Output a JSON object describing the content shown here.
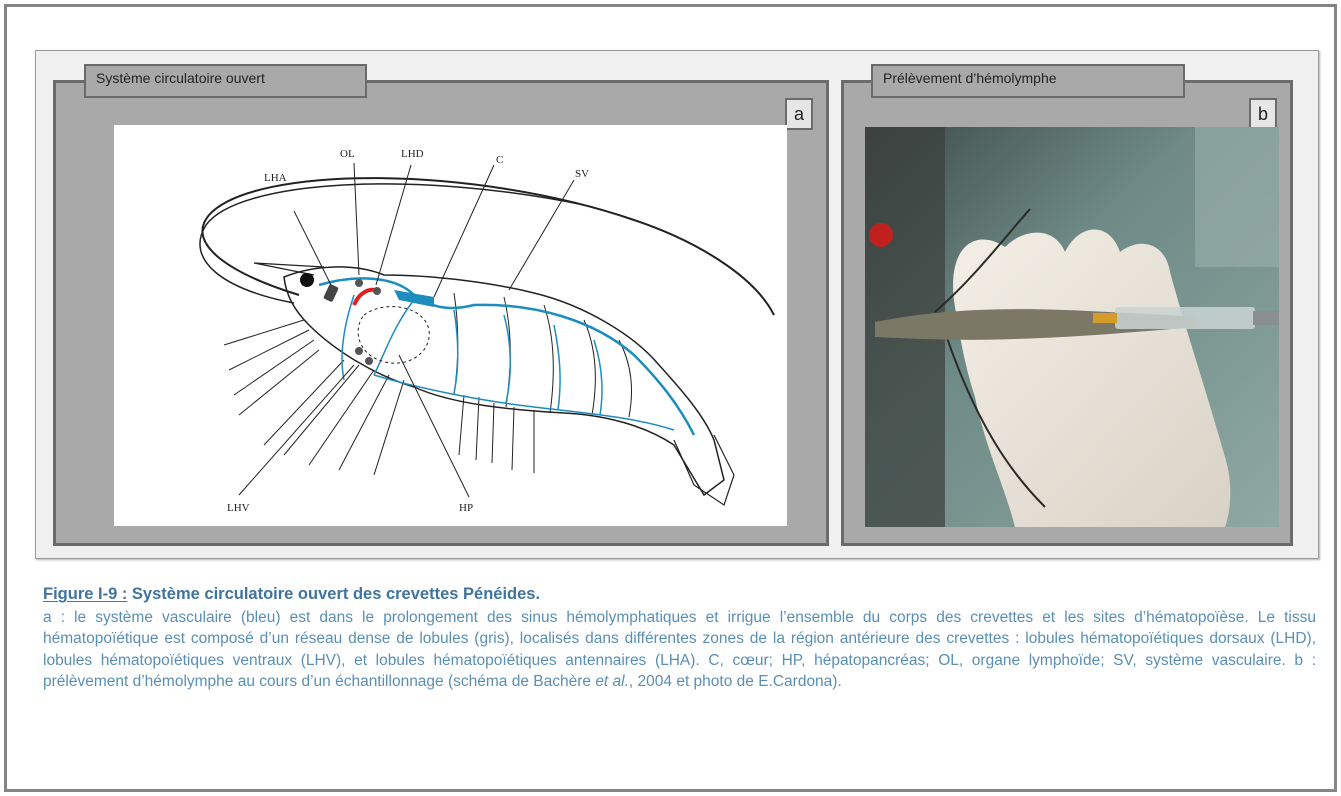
{
  "panel_a": {
    "tab_label": "Système circulatoire ouvert",
    "letter": "a",
    "labels": {
      "lha": "LHA",
      "ol": "OL",
      "lhd": "LHD",
      "c": "C",
      "sv": "SV",
      "lhv": "LHV",
      "hp": "HP"
    }
  },
  "panel_b": {
    "tab_label": "Prélèvement d’hémolymphe",
    "letter": "b"
  },
  "caption": {
    "title": "Figure I-9 :",
    "title_rest": " Système circulatoire ouvert des crevettes Pénéides.",
    "body_part1": " a : le système vasculaire (bleu) est dans le prolongement des sinus hémolymphatiques et irrigue l’ensemble du corps des crevettes et les sites d’hématopoïèse. Le tissu hématopoïétique est composé d’un réseau dense de lobules (gris), localisés dans différentes zones de la région antérieure des crevettes : lobules hématopoïétiques dorsaux (LHD), lobules hématopoïétiques ventraux (LHV), et lobules hématopoïétiques antennaires (LHA). C, cœur; HP, hépatopancréas; OL, organe lymphoïde; SV, système vasculaire. b : prélèvement d’hémolymphe au cours d’un échantillonnage (schéma de Bachère ",
    "body_italic": "et al.",
    "body_part2": ", 2004 et photo de E.Cardona)."
  },
  "colors": {
    "vascular": "#1d8dbd",
    "lymphoid": "#e02020",
    "lobules": "#555555",
    "caption_text": "#5a8fb5"
  }
}
